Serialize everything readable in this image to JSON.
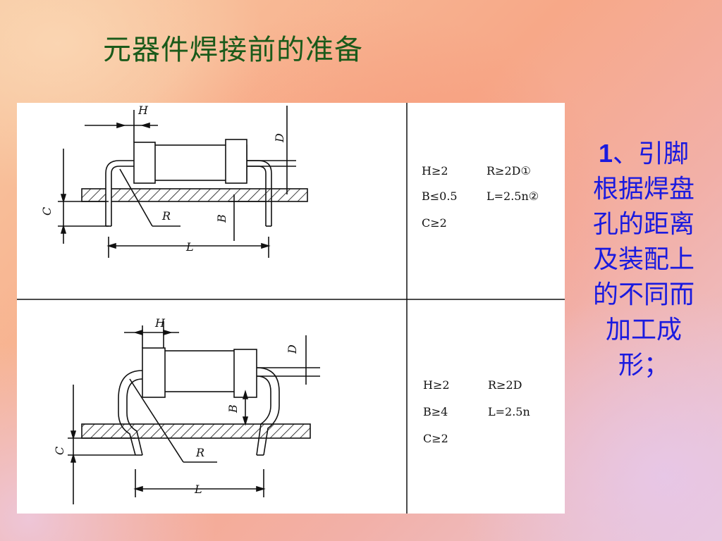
{
  "slide": {
    "title": "元器件焊接前的准备",
    "side_text_num": "1",
    "side_text_body": "、引脚根据焊盘孔的距离及装配上的不同而加工成形；"
  },
  "figure_top": {
    "label_H": "H",
    "label_D": "D",
    "label_C": "C",
    "label_B": "B",
    "label_R": "R",
    "label_L": "L",
    "spec_1a": "H≥2",
    "spec_1b": "R≥2D①",
    "spec_2a": "B≤0.5",
    "spec_2b": "L=2.5n②",
    "spec_3a": "C≥2"
  },
  "figure_bottom": {
    "label_H": "H",
    "label_D": "D",
    "label_C": "C",
    "label_B": "B",
    "label_R": "R",
    "label_L": "L",
    "spec_1a": "H≥2",
    "spec_1b": "R≥2D",
    "spec_2a": "B≥4",
    "spec_2b": "L=2.5n",
    "spec_3a": "C≥2"
  }
}
